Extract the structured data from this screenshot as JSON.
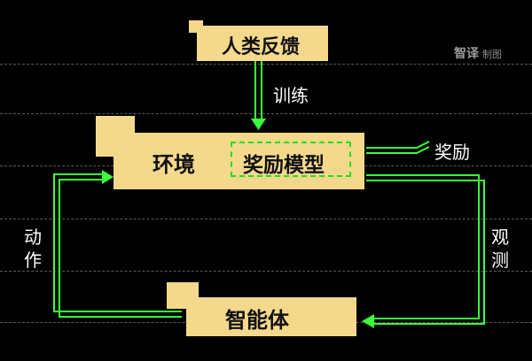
{
  "boxes": {
    "human_feedback": "人类反馈",
    "environment": "环境",
    "reward_model": "奖励模型",
    "agent": "智能体"
  },
  "edges": {
    "train": "训练",
    "reward": "奖励",
    "observe": "观测",
    "action": "动作"
  },
  "watermark": {
    "brand": "智译",
    "suffix": "制图"
  },
  "colors": {
    "box_fill": "#f4d98c",
    "arrow_green": "#3cff3c",
    "dashed_gridline": "#5a5a5a",
    "background": "#000000"
  }
}
